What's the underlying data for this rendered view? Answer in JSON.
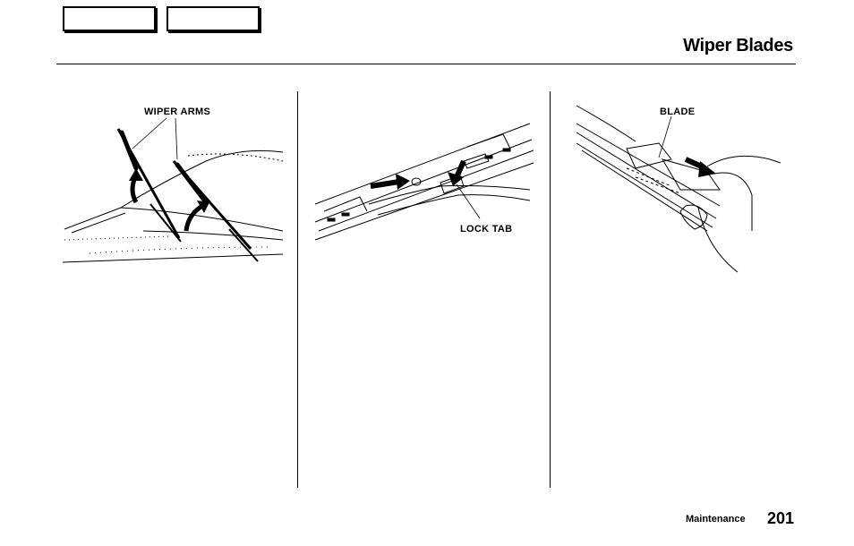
{
  "header": {
    "title": "Wiper Blades"
  },
  "figures": {
    "fig1": {
      "label": "WIPER ARMS"
    },
    "fig2": {
      "label": "LOCK TAB"
    },
    "fig3": {
      "label": "BLADE"
    }
  },
  "footer": {
    "section": "Maintenance",
    "page": "201"
  }
}
